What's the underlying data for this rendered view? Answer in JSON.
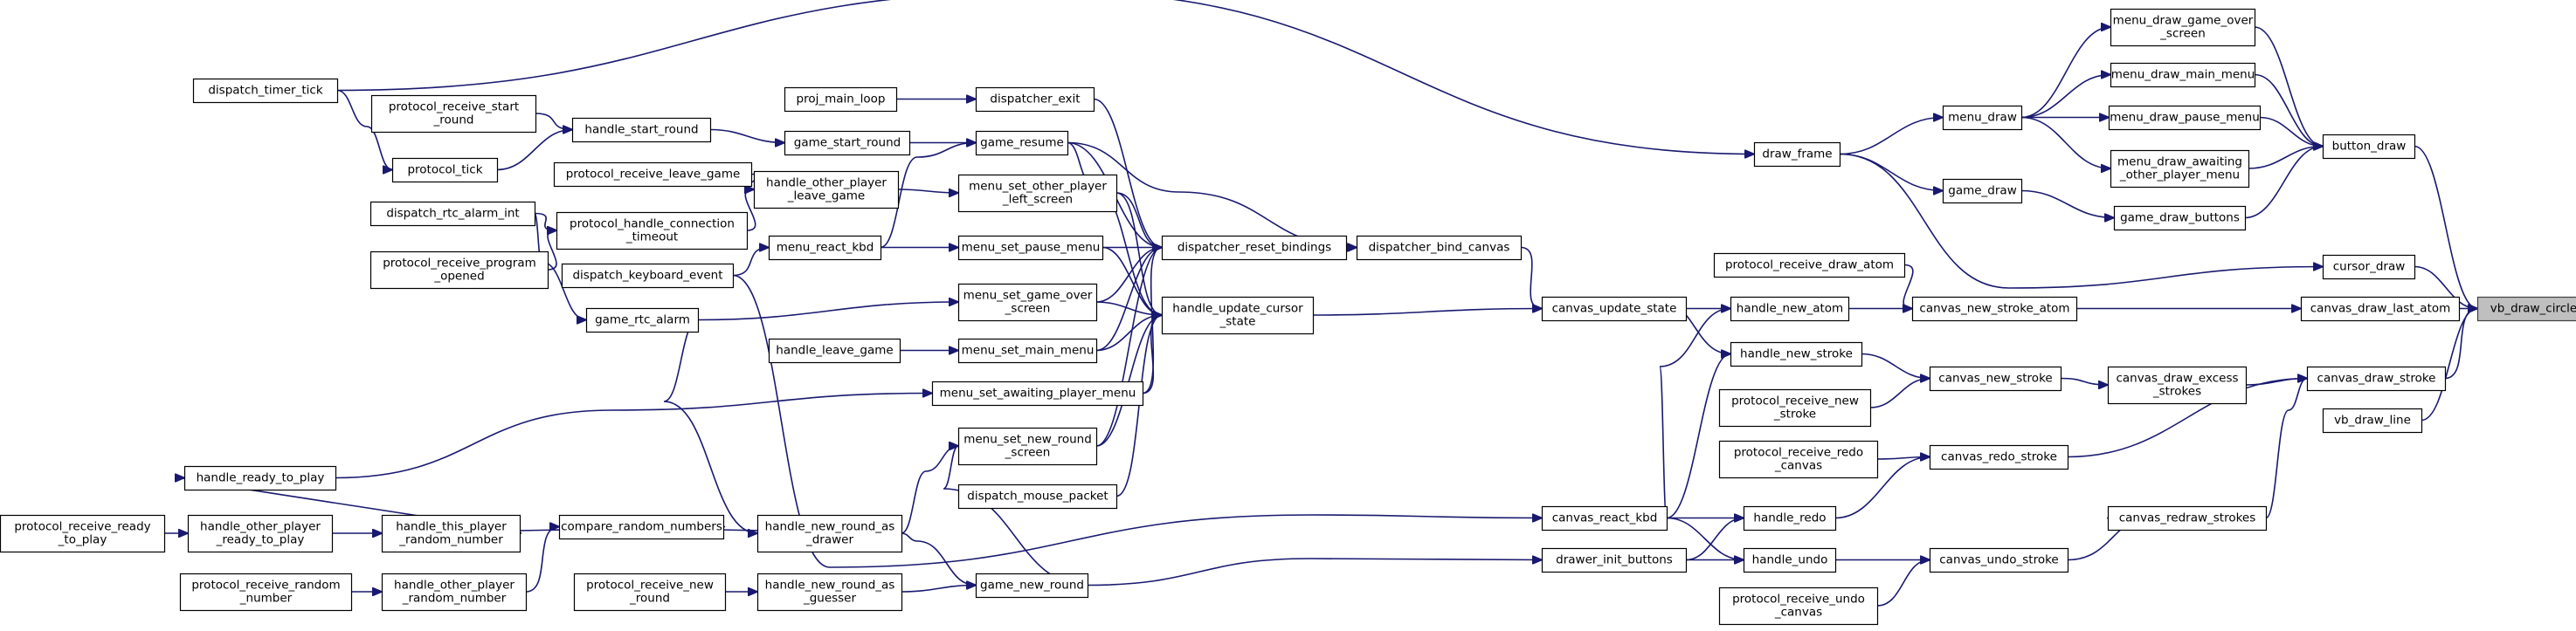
{
  "graph": {
    "highlighted_node": "vb_draw_circle",
    "colors": {
      "edge": "#191970",
      "node_border": "#000000",
      "highlight_fill": "#bfbfbf",
      "background": "#ffffff"
    },
    "nodes": {
      "vb_draw_circle": [
        "vb_draw_circle"
      ],
      "button_draw": [
        "button_draw"
      ],
      "cursor_draw": [
        "cursor_draw"
      ],
      "canvas_draw_last_atom": [
        "canvas_draw_last_atom"
      ],
      "canvas_draw_stroke": [
        "canvas_draw_stroke"
      ],
      "vb_draw_line": [
        "vb_draw_line"
      ],
      "menu_draw_game_over_screen": [
        "menu_draw_game_over",
        "_screen"
      ],
      "menu_draw_main_menu": [
        "menu_draw_main_menu"
      ],
      "menu_draw_pause_menu": [
        "menu_draw_pause_menu"
      ],
      "menu_draw_awaiting_other_player_menu": [
        "menu_draw_awaiting",
        "_other_player_menu"
      ],
      "game_draw_buttons": [
        "game_draw_buttons"
      ],
      "menu_draw": [
        "menu_draw"
      ],
      "game_draw": [
        "game_draw"
      ],
      "draw_frame": [
        "draw_frame"
      ],
      "dispatch_timer_tick": [
        "dispatch_timer_tick"
      ],
      "canvas_new_stroke_atom": [
        "canvas_new_stroke_atom"
      ],
      "protocol_receive_draw_atom": [
        "protocol_receive_draw_atom"
      ],
      "handle_new_atom": [
        "handle_new_atom"
      ],
      "canvas_draw_excess_strokes": [
        "canvas_draw_excess",
        "_strokes"
      ],
      "canvas_new_stroke": [
        "canvas_new_stroke"
      ],
      "handle_new_stroke": [
        "handle_new_stroke"
      ],
      "protocol_receive_new_stroke": [
        "protocol_receive_new",
        "_stroke"
      ],
      "canvas_redo_stroke": [
        "canvas_redo_stroke"
      ],
      "protocol_receive_redo_canvas": [
        "protocol_receive_redo",
        "_canvas"
      ],
      "handle_redo": [
        "handle_redo"
      ],
      "canvas_redraw_strokes": [
        "canvas_redraw_strokes"
      ],
      "canvas_undo_stroke": [
        "canvas_undo_stroke"
      ],
      "handle_undo": [
        "handle_undo"
      ],
      "protocol_receive_undo_canvas": [
        "protocol_receive_undo",
        "_canvas"
      ],
      "canvas_react_kbd": [
        "canvas_react_kbd"
      ],
      "drawer_init_buttons": [
        "drawer_init_buttons"
      ],
      "canvas_update_state": [
        "canvas_update_state"
      ],
      "dispatcher_bind_canvas": [
        "dispatcher_bind_canvas"
      ],
      "dispatcher_reset_bindings": [
        "dispatcher_reset_bindings"
      ],
      "handle_update_cursor_state": [
        "handle_update_cursor",
        "_state"
      ],
      "dispatcher_exit": [
        "dispatcher_exit"
      ],
      "proj_main_loop": [
        "proj_main_loop"
      ],
      "game_resume": [
        "game_resume"
      ],
      "game_start_round": [
        "game_start_round"
      ],
      "menu_set_other_player_left_screen": [
        "menu_set_other_player",
        "_left_screen"
      ],
      "menu_set_pause_menu": [
        "menu_set_pause_menu"
      ],
      "menu_set_game_over_screen": [
        "menu_set_game_over",
        "_screen"
      ],
      "menu_set_main_menu": [
        "menu_set_main_menu"
      ],
      "menu_set_awaiting_player_menu": [
        "menu_set_awaiting_player_menu"
      ],
      "menu_set_new_round_screen": [
        "menu_set_new_round",
        "_screen"
      ],
      "dispatch_mouse_packet": [
        "dispatch_mouse_packet"
      ],
      "handle_leave_game": [
        "handle_leave_game"
      ],
      "menu_react_kbd": [
        "menu_react_kbd"
      ],
      "handle_start_round": [
        "handle_start_round"
      ],
      "protocol_receive_start_round": [
        "protocol_receive_start",
        "_round"
      ],
      "protocol_tick": [
        "protocol_tick"
      ],
      "handle_other_player_leave_game": [
        "handle_other_player",
        "_leave_game"
      ],
      "protocol_receive_leave_game": [
        "protocol_receive_leave_game"
      ],
      "protocol_handle_connection_timeout": [
        "protocol_handle_connection",
        "_timeout"
      ],
      "dispatch_rtc_alarm_int": [
        "dispatch_rtc_alarm_int"
      ],
      "protocol_receive_program_opened": [
        "protocol_receive_program",
        "_opened"
      ],
      "dispatch_keyboard_event": [
        "dispatch_keyboard_event"
      ],
      "game_rtc_alarm": [
        "game_rtc_alarm"
      ],
      "handle_ready_to_play": [
        "handle_ready_to_play"
      ],
      "handle_this_player_random_number": [
        "handle_this_player",
        "_random_number"
      ],
      "compare_random_numbers": [
        "compare_random_numbers"
      ],
      "handle_new_round_as_drawer": [
        "handle_new_round_as",
        "_drawer"
      ],
      "handle_other_player_ready_to_play": [
        "handle_other_player",
        "_ready_to_play"
      ],
      "protocol_receive_ready_to_play": [
        "protocol_receive_ready",
        "_to_play"
      ],
      "handle_other_player_random_number": [
        "handle_other_player",
        "_random_number"
      ],
      "protocol_receive_random_number": [
        "protocol_receive_random",
        "_number"
      ],
      "game_new_round": [
        "game_new_round"
      ],
      "handle_new_round_as_guesser": [
        "handle_new_round_as",
        "_guesser"
      ],
      "protocol_receive_new_round": [
        "protocol_receive_new",
        "_round"
      ]
    },
    "edges": [
      [
        "button_draw",
        "vb_draw_circle"
      ],
      [
        "cursor_draw",
        "vb_draw_circle"
      ],
      [
        "canvas_draw_last_atom",
        "vb_draw_circle"
      ],
      [
        "canvas_draw_stroke",
        "vb_draw_circle"
      ],
      [
        "vb_draw_line",
        "vb_draw_circle"
      ],
      [
        "menu_draw_game_over_screen",
        "button_draw"
      ],
      [
        "menu_draw_main_menu",
        "button_draw"
      ],
      [
        "menu_draw_pause_menu",
        "button_draw"
      ],
      [
        "menu_draw_awaiting_other_player_menu",
        "button_draw"
      ],
      [
        "game_draw_buttons",
        "button_draw"
      ],
      [
        "menu_draw",
        "menu_draw_game_over_screen"
      ],
      [
        "menu_draw",
        "menu_draw_main_menu"
      ],
      [
        "menu_draw",
        "menu_draw_pause_menu"
      ],
      [
        "menu_draw",
        "menu_draw_awaiting_other_player_menu"
      ],
      [
        "game_draw",
        "game_draw_buttons"
      ],
      [
        "draw_frame",
        "menu_draw"
      ],
      [
        "draw_frame",
        "game_draw"
      ],
      [
        "draw_frame",
        "cursor_draw"
      ],
      [
        "dispatch_timer_tick",
        "draw_frame"
      ],
      [
        "canvas_new_stroke_atom",
        "canvas_draw_last_atom"
      ],
      [
        "protocol_receive_draw_atom",
        "canvas_new_stroke_atom"
      ],
      [
        "handle_new_atom",
        "canvas_new_stroke_atom"
      ],
      [
        "canvas_draw_excess_strokes",
        "canvas_draw_stroke"
      ],
      [
        "canvas_redo_stroke",
        "canvas_draw_stroke"
      ],
      [
        "canvas_redraw_strokes",
        "canvas_draw_stroke"
      ],
      [
        "canvas_new_stroke",
        "canvas_draw_excess_strokes"
      ],
      [
        "handle_new_stroke",
        "canvas_new_stroke"
      ],
      [
        "protocol_receive_new_stroke",
        "canvas_new_stroke"
      ],
      [
        "protocol_receive_redo_canvas",
        "canvas_redo_stroke"
      ],
      [
        "handle_redo",
        "canvas_redo_stroke"
      ],
      [
        "canvas_undo_stroke",
        "canvas_redraw_strokes"
      ],
      [
        "handle_undo",
        "canvas_undo_stroke"
      ],
      [
        "protocol_receive_undo_canvas",
        "canvas_undo_stroke"
      ],
      [
        "canvas_react_kbd",
        "handle_new_atom"
      ],
      [
        "canvas_react_kbd",
        "handle_new_stroke"
      ],
      [
        "canvas_react_kbd",
        "handle_redo"
      ],
      [
        "canvas_react_kbd",
        "handle_undo"
      ],
      [
        "drawer_init_buttons",
        "handle_redo"
      ],
      [
        "drawer_init_buttons",
        "handle_undo"
      ],
      [
        "canvas_update_state",
        "handle_new_atom"
      ],
      [
        "canvas_update_state",
        "handle_new_stroke"
      ],
      [
        "dispatcher_bind_canvas",
        "canvas_update_state"
      ],
      [
        "handle_update_cursor_state",
        "canvas_update_state"
      ],
      [
        "dispatcher_reset_bindings",
        "dispatcher_bind_canvas"
      ],
      [
        "game_resume",
        "dispatcher_bind_canvas"
      ],
      [
        "dispatcher_exit",
        "dispatcher_reset_bindings"
      ],
      [
        "game_resume",
        "dispatcher_reset_bindings"
      ],
      [
        "menu_set_other_player_left_screen",
        "dispatcher_reset_bindings"
      ],
      [
        "menu_set_pause_menu",
        "dispatcher_reset_bindings"
      ],
      [
        "menu_set_game_over_screen",
        "dispatcher_reset_bindings"
      ],
      [
        "menu_set_main_menu",
        "dispatcher_reset_bindings"
      ],
      [
        "menu_set_awaiting_player_menu",
        "dispatcher_reset_bindings"
      ],
      [
        "menu_set_new_round_screen",
        "dispatcher_reset_bindings"
      ],
      [
        "game_resume",
        "handle_update_cursor_state"
      ],
      [
        "menu_set_other_player_left_screen",
        "handle_update_cursor_state"
      ],
      [
        "menu_set_pause_menu",
        "handle_update_cursor_state"
      ],
      [
        "menu_set_game_over_screen",
        "handle_update_cursor_state"
      ],
      [
        "menu_set_main_menu",
        "handle_update_cursor_state"
      ],
      [
        "menu_set_awaiting_player_menu",
        "handle_update_cursor_state"
      ],
      [
        "menu_set_new_round_screen",
        "handle_update_cursor_state"
      ],
      [
        "dispatch_mouse_packet",
        "handle_update_cursor_state"
      ],
      [
        "proj_main_loop",
        "dispatcher_exit"
      ],
      [
        "game_start_round",
        "game_resume"
      ],
      [
        "menu_react_kbd",
        "game_resume"
      ],
      [
        "menu_react_kbd",
        "menu_set_pause_menu"
      ],
      [
        "handle_start_round",
        "game_start_round"
      ],
      [
        "protocol_receive_start_round",
        "handle_start_round"
      ],
      [
        "protocol_tick",
        "handle_start_round"
      ],
      [
        "handle_other_player_leave_game",
        "menu_set_other_player_left_screen"
      ],
      [
        "protocol_receive_leave_game",
        "handle_other_player_leave_game"
      ],
      [
        "protocol_handle_connection_timeout",
        "handle_other_player_leave_game"
      ],
      [
        "dispatch_rtc_alarm_int",
        "protocol_handle_connection_timeout"
      ],
      [
        "protocol_receive_program_opened",
        "protocol_handle_connection_timeout"
      ],
      [
        "dispatch_timer_tick",
        "protocol_tick"
      ],
      [
        "dispatch_keyboard_event",
        "menu_react_kbd"
      ],
      [
        "dispatch_keyboard_event",
        "canvas_react_kbd"
      ],
      [
        "dispatch_rtc_alarm_int",
        "game_rtc_alarm"
      ],
      [
        "game_rtc_alarm",
        "menu_set_game_over_screen"
      ],
      [
        "game_rtc_alarm",
        "handle_new_round_as_drawer"
      ],
      [
        "handle_leave_game",
        "menu_set_main_menu"
      ],
      [
        "handle_ready_to_play",
        "menu_set_awaiting_player_menu"
      ],
      [
        "handle_this_player_random_number",
        "handle_ready_to_play"
      ],
      [
        "handle_other_player_ready_to_play",
        "handle_this_player_random_number"
      ],
      [
        "protocol_receive_ready_to_play",
        "handle_other_player_ready_to_play"
      ],
      [
        "compare_random_numbers",
        "handle_this_player_random_number"
      ],
      [
        "handle_other_player_random_number",
        "compare_random_numbers"
      ],
      [
        "protocol_receive_random_number",
        "handle_other_player_random_number"
      ],
      [
        "handle_new_round_as_drawer",
        "compare_random_numbers"
      ],
      [
        "handle_new_round_as_drawer",
        "menu_set_new_round_screen"
      ],
      [
        "handle_new_round_as_drawer",
        "game_new_round"
      ],
      [
        "handle_new_round_as_guesser",
        "game_new_round"
      ],
      [
        "protocol_receive_new_round",
        "handle_new_round_as_guesser"
      ],
      [
        "game_new_round",
        "menu_set_new_round_screen"
      ],
      [
        "game_new_round",
        "drawer_init_buttons"
      ]
    ]
  }
}
